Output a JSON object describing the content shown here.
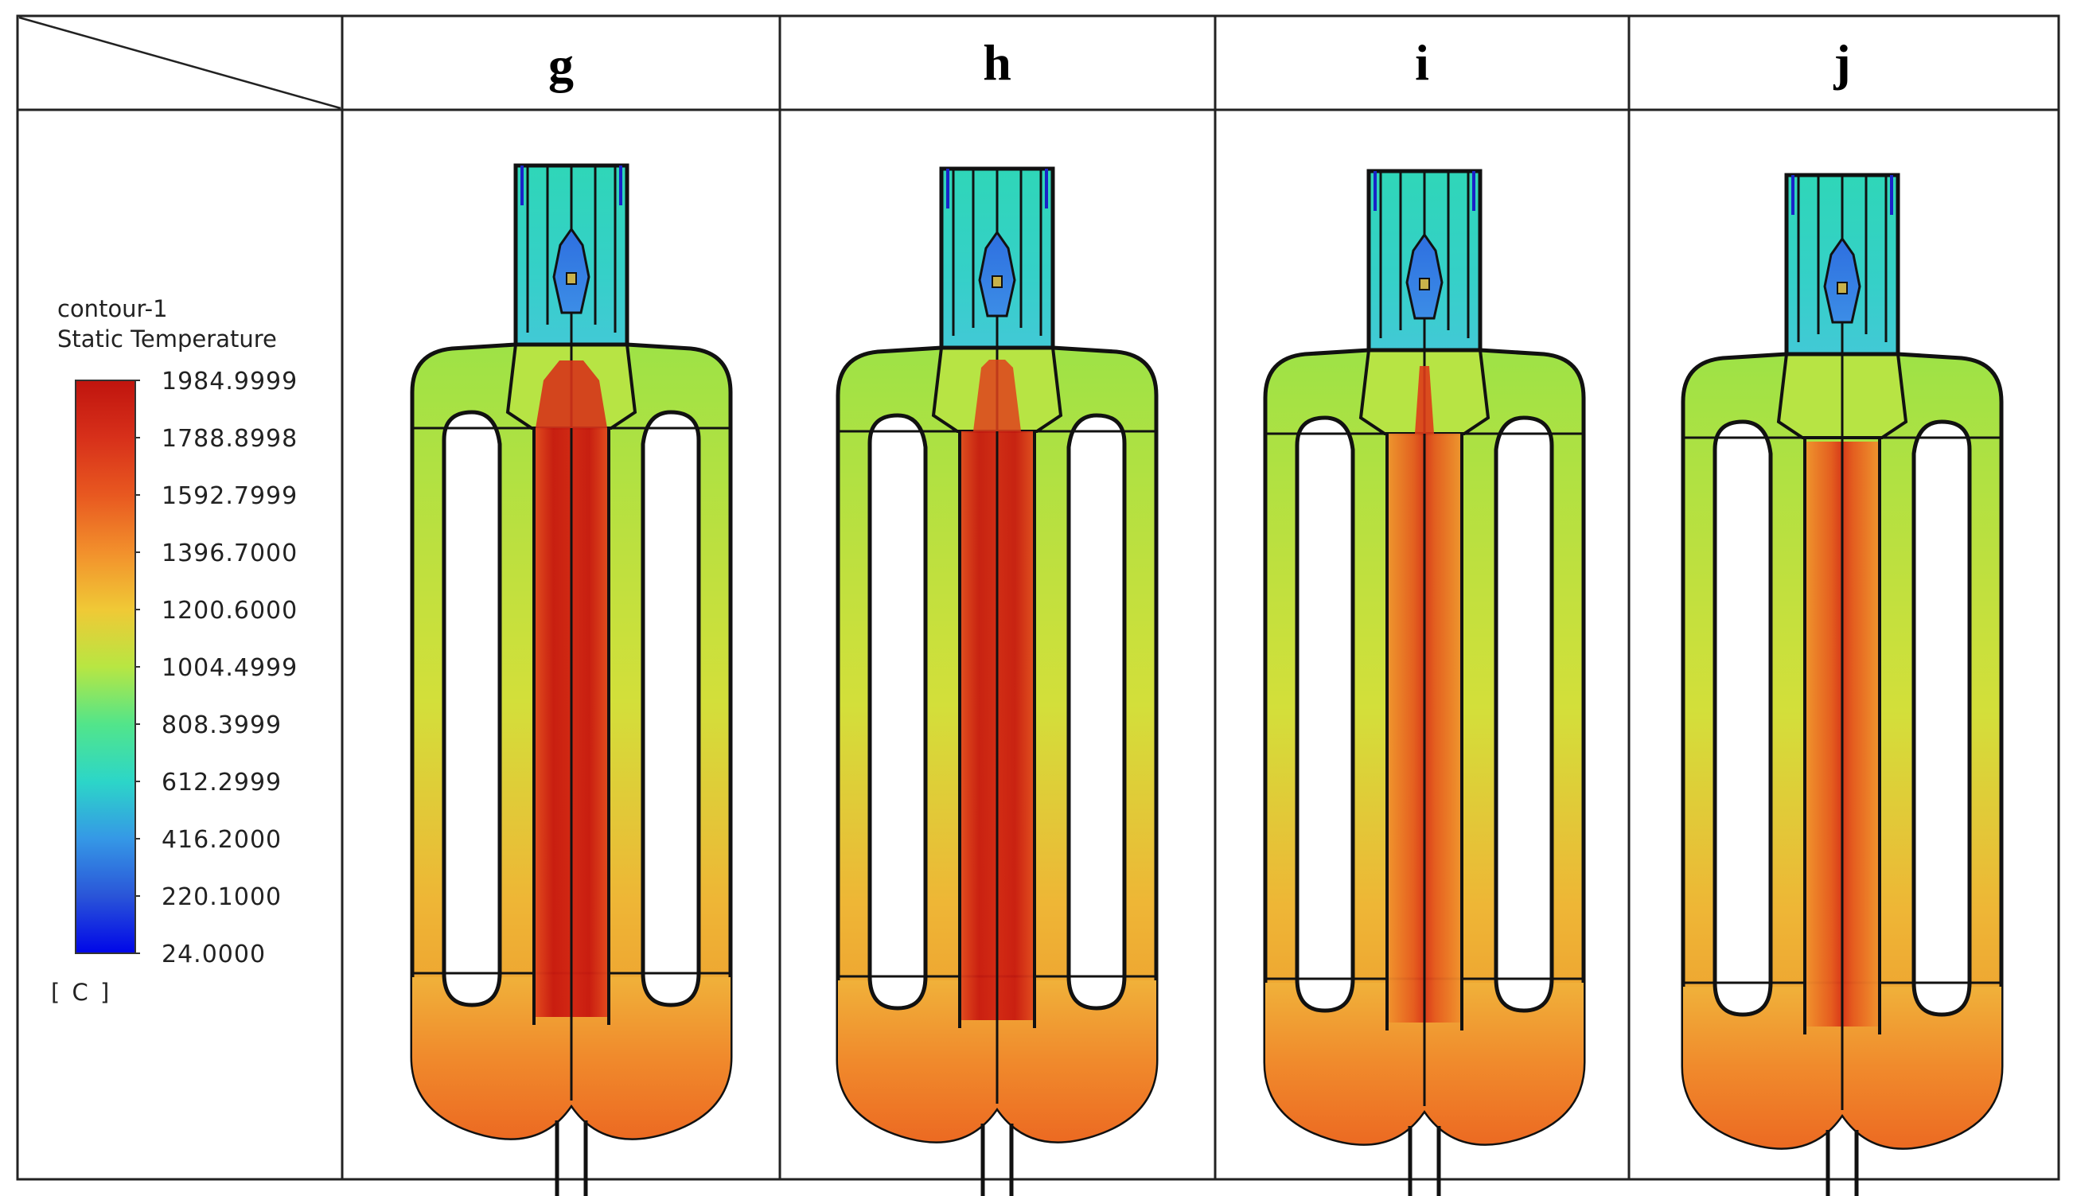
{
  "columns": [
    {
      "label": "g"
    },
    {
      "label": "h"
    },
    {
      "label": "i"
    },
    {
      "label": "j"
    }
  ],
  "legend": {
    "title_line1": "contour-1",
    "title_line2": "Static Temperature",
    "unit": "[ C ]",
    "ticks": [
      "1984.9999",
      "1788.8998",
      "1592.7999",
      "1396.7000",
      "1200.6000",
      "1004.4999",
      "808.3999",
      "612.2999",
      "416.2000",
      "220.1000",
      "24.0000"
    ]
  },
  "colors": {
    "colormap": [
      "#0008e6",
      "#2b5bd6",
      "#3aa0e4",
      "#2ed6c6",
      "#3fe39c",
      "#9fe848",
      "#d4e23c",
      "#f2a830",
      "#ee7a22",
      "#e0421a",
      "#c91810"
    ],
    "frame": "#e6e336"
  }
}
